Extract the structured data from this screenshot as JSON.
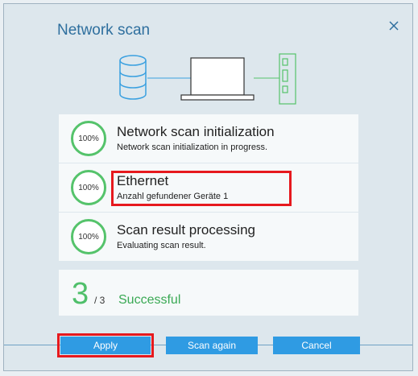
{
  "dialog": {
    "title": "Network scan",
    "close_icon": "close-icon"
  },
  "steps": [
    {
      "progress": "100%",
      "title": "Network scan initialization",
      "subtitle": "Network scan initialization in progress."
    },
    {
      "progress": "100%",
      "title": "Ethernet",
      "subtitle": "Anzahl gefundener Geräte 1"
    },
    {
      "progress": "100%",
      "title": "Scan result processing",
      "subtitle": "Evaluating scan result."
    }
  ],
  "summary": {
    "count": "3",
    "total": "/ 3",
    "status": "Successful"
  },
  "buttons": {
    "apply": "Apply",
    "scan_again": "Scan again",
    "cancel": "Cancel"
  },
  "colors": {
    "accent": "#2f9be3",
    "success": "#55c36b",
    "highlight": "#e6191e"
  }
}
